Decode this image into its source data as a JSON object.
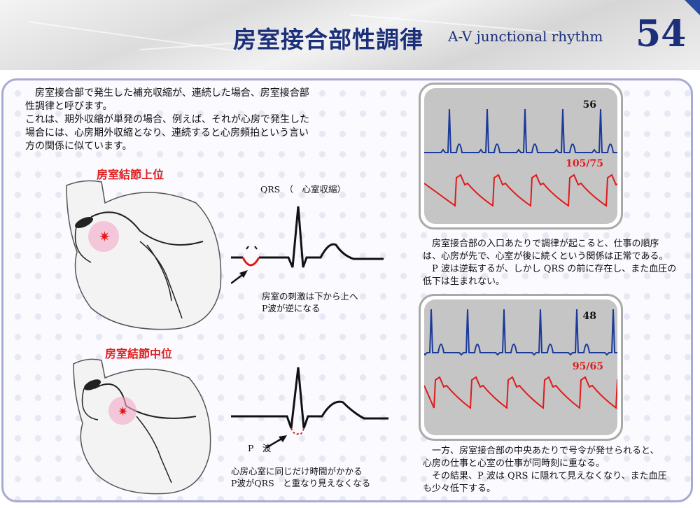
{
  "header": {
    "title_jp": "房室接合部性調律",
    "title_en": "A-V junctional rhythm",
    "page_number": "54"
  },
  "intro": [
    "　房室接合部で発生した補充収縮が、連続した場合、房室接合部",
    "性調律と呼びます。",
    "これは、期外収縮が単発の場合、例えば、それが心房で発生した",
    "場合には、心房期外収縮となり、連続すると心房頻拍という言い",
    "方の関係に似ています。"
  ],
  "upper": {
    "label": "房室結節上位",
    "ecg_title": "QRS　（　心室収縮）",
    "caption": [
      "房室の刺激は下から上へ",
      "P波が逆になる"
    ]
  },
  "middle": {
    "label": "房室結節中位",
    "p_label": "P　波",
    "caption": [
      "心房心室に同じだけ時間がかかる",
      "P波がQRS　と重なり見えなくなる"
    ]
  },
  "monitor1": {
    "heart_rate": "56",
    "blood_pressure": "105/75",
    "description": [
      "　房室接合部の入口あたりで調律が起こると、仕事の順序",
      "は、心房が先で、心室が後に続くという関係は正常である。",
      "　P 波は逆転するが、しかし QRS の前に存在し、また血圧の",
      "低下は生まれない。"
    ]
  },
  "monitor2": {
    "heart_rate": "48",
    "blood_pressure": "95/65",
    "description": [
      "　一方、房室接合部の中央あたりで号令が発せられると、",
      "心房の仕事と心室の仕事が同時刻に重なる。",
      "　その結果、P 波は QRS に隠れて見えなくなり、また血圧",
      "も少々低下する。"
    ]
  },
  "colors": {
    "title": "#1b2f7a",
    "ecg": "#1a3a9a",
    "pressure": "#e01a1a",
    "panel_border": "#a9a9d6"
  }
}
